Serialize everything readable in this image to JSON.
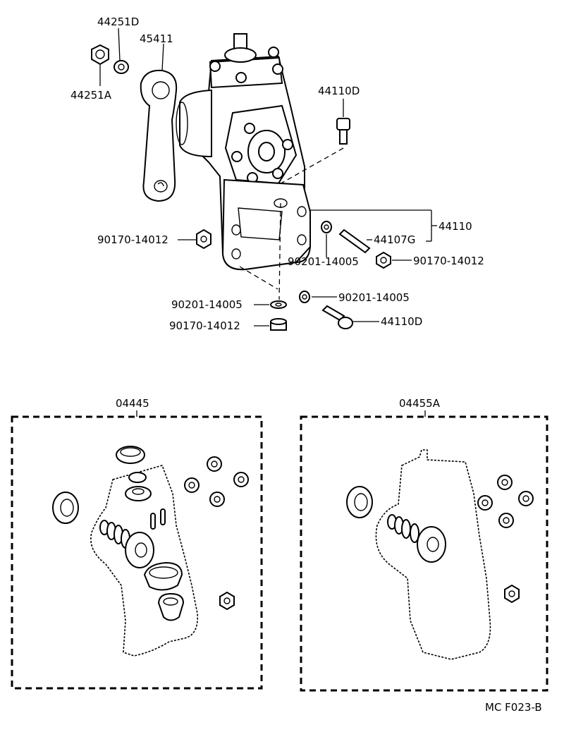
{
  "labels": {
    "p44251D": "44251D",
    "p45411": "45411",
    "p44251A": "44251A",
    "p44110D_top": "44110D",
    "p90170_left": "90170-14012",
    "p44107G": "44107G",
    "p44110": "44110",
    "p90201_mid": "90201-14005",
    "p90170_right": "90170-14012",
    "p90201_right": "90201-14005",
    "p90201_left": "90201-14005",
    "p90170_bottom": "90170-14012",
    "p44110D_bottom": "44110D",
    "kit_left": "04445",
    "kit_right": "04455A",
    "figure_code": "MC F023-B"
  },
  "colors": {
    "ink": "#000000",
    "paper": "#ffffff"
  }
}
